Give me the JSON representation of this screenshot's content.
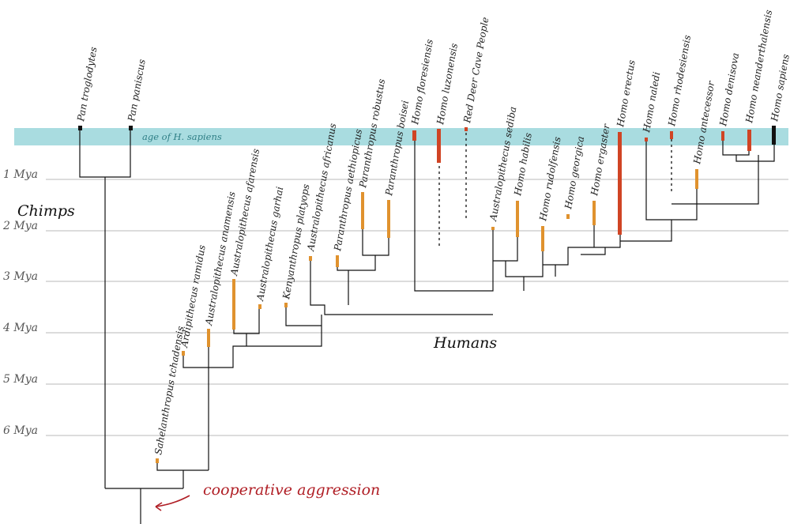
{
  "band_label": "age of H. sapiens",
  "time_labels": [
    "1 Mya",
    "2 Mya",
    "3 Mya",
    "4 Mya",
    "5 Mya",
    "6 Mya"
  ],
  "group_labels": {
    "chimps": "Chimps",
    "humans": "Humans"
  },
  "annotation": "cooperative aggression",
  "species": [
    "Pan troglodytes",
    "Pan paniscus",
    "Sahelanthropus tchadensis",
    "Ardipithecus ramidus",
    "Australopithecus anamensis",
    "Australopithecus afarensis",
    "Australopithecus garhai",
    "Kenyanthropus platyops",
    "Australopithecus africanus",
    "Paranthropus aethiopicus",
    "Paranthropus robustus",
    "Paranthropus boisei",
    "Homo floresiensis",
    "Homo luzonensis",
    "Red Deer Cave People",
    "Australopithecus sediba",
    "Homo habilis",
    "Homo rudolfensis",
    "Homo georgica",
    "Homo ergaster",
    "Homo erectus",
    "Homo naledi",
    "Homo rhodesiensis",
    "Homo antecessor",
    "Homo denisova",
    "Homo neanderthalensis",
    "Homo sapiens"
  ],
  "colors": {
    "band": "#a9dce0",
    "fossil_range": "#e0922e",
    "recent_range": "#d04424",
    "extant": "#111111",
    "annotation": "#b01e25"
  }
}
